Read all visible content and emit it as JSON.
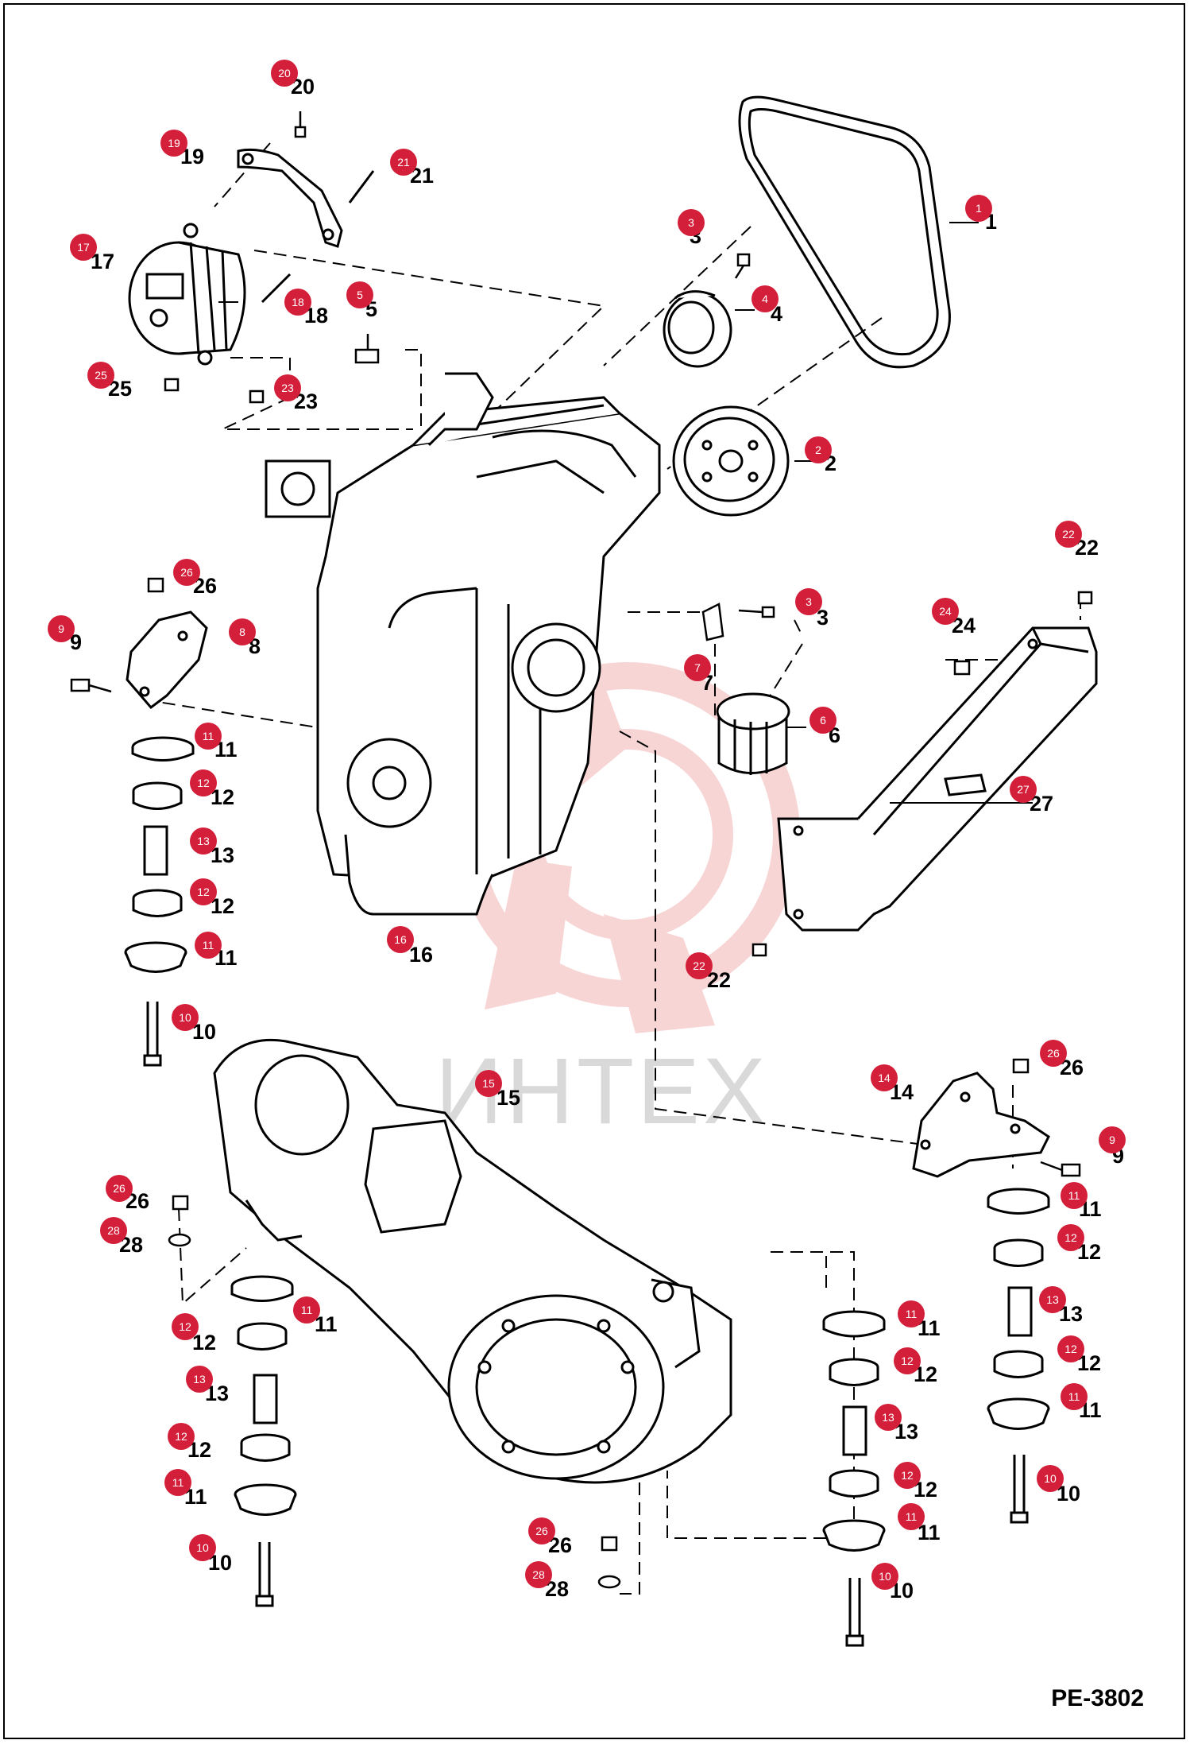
{
  "diagram_code": "PE-3802",
  "watermark": "ИНТЕХ",
  "colors": {
    "callout": "#d41f3a",
    "callout_text": "#ffffff",
    "line": "#000000",
    "watermark": "#f5c7c7"
  },
  "callouts": [
    {
      "id": "c1",
      "number": "1"
    },
    {
      "id": "c2",
      "number": "2"
    },
    {
      "id": "c3a",
      "number": "3"
    },
    {
      "id": "c3b",
      "number": "3"
    },
    {
      "id": "c4",
      "number": "4"
    },
    {
      "id": "c5",
      "number": "5"
    },
    {
      "id": "c6",
      "number": "6"
    },
    {
      "id": "c7",
      "number": "7"
    },
    {
      "id": "c8",
      "number": "8"
    },
    {
      "id": "c9a",
      "number": "9"
    },
    {
      "id": "c9b",
      "number": "9"
    },
    {
      "id": "c10a",
      "number": "10"
    },
    {
      "id": "c10b",
      "number": "10"
    },
    {
      "id": "c10c",
      "number": "10"
    },
    {
      "id": "c10d",
      "number": "10"
    },
    {
      "id": "c11a",
      "number": "11"
    },
    {
      "id": "c11b",
      "number": "11"
    },
    {
      "id": "c11c",
      "number": "11"
    },
    {
      "id": "c11d",
      "number": "11"
    },
    {
      "id": "c11e",
      "number": "11"
    },
    {
      "id": "c11f",
      "number": "11"
    },
    {
      "id": "c11g",
      "number": "11"
    },
    {
      "id": "c11h",
      "number": "11"
    },
    {
      "id": "c12a",
      "number": "12"
    },
    {
      "id": "c12b",
      "number": "12"
    },
    {
      "id": "c12c",
      "number": "12"
    },
    {
      "id": "c12d",
      "number": "12"
    },
    {
      "id": "c12e",
      "number": "12"
    },
    {
      "id": "c12f",
      "number": "12"
    },
    {
      "id": "c12g",
      "number": "12"
    },
    {
      "id": "c12h",
      "number": "12"
    },
    {
      "id": "c13a",
      "number": "13"
    },
    {
      "id": "c13b",
      "number": "13"
    },
    {
      "id": "c13c",
      "number": "13"
    },
    {
      "id": "c13d",
      "number": "13"
    },
    {
      "id": "c14",
      "number": "14"
    },
    {
      "id": "c15",
      "number": "15"
    },
    {
      "id": "c16",
      "number": "16"
    },
    {
      "id": "c17",
      "number": "17"
    },
    {
      "id": "c18",
      "number": "18"
    },
    {
      "id": "c19",
      "number": "19"
    },
    {
      "id": "c20",
      "number": "20"
    },
    {
      "id": "c21",
      "number": "21"
    },
    {
      "id": "c22a",
      "number": "22"
    },
    {
      "id": "c22b",
      "number": "22"
    },
    {
      "id": "c23",
      "number": "23"
    },
    {
      "id": "c24",
      "number": "24"
    },
    {
      "id": "c25",
      "number": "25"
    },
    {
      "id": "c26a",
      "number": "26"
    },
    {
      "id": "c26b",
      "number": "26"
    },
    {
      "id": "c26c",
      "number": "26"
    },
    {
      "id": "c26d",
      "number": "26"
    },
    {
      "id": "c27",
      "number": "27"
    },
    {
      "id": "c28a",
      "number": "28"
    },
    {
      "id": "c28b",
      "number": "28"
    }
  ]
}
